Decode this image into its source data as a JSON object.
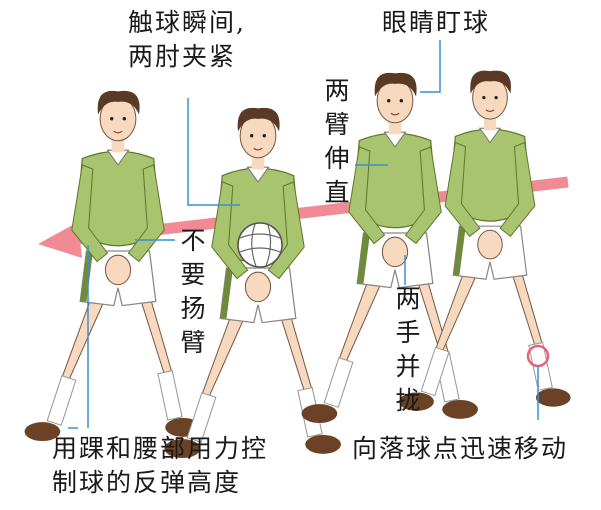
{
  "labels": {
    "contact_moment": [
      "触球瞬间,",
      "两肘夹紧"
    ],
    "eyes_on_ball": "眼睛盯球",
    "arms_straight": [
      "两",
      "臂",
      "伸",
      "直"
    ],
    "no_raise_arms": [
      "不",
      "要",
      "扬",
      "臂"
    ],
    "hands_together": [
      "两",
      "手",
      "并",
      "拢"
    ],
    "control_rebound": [
      "用踝和腰部用力控",
      "制球的反弹高度"
    ],
    "move_to_landing": "向落球点迅速移动"
  },
  "colors": {
    "arrow": "#f08a95",
    "leader_line": "#3a8fd0",
    "shirt": "#a8c46e",
    "shorts": "#ffffff",
    "skin": "#f7d9bf",
    "hair": "#5a3a24",
    "shoe": "#6b4226",
    "landing_marker": "#e8637a"
  },
  "icons": [
    "volleyball-icon",
    "landing-point-marker-icon",
    "movement-arrow-icon"
  ]
}
